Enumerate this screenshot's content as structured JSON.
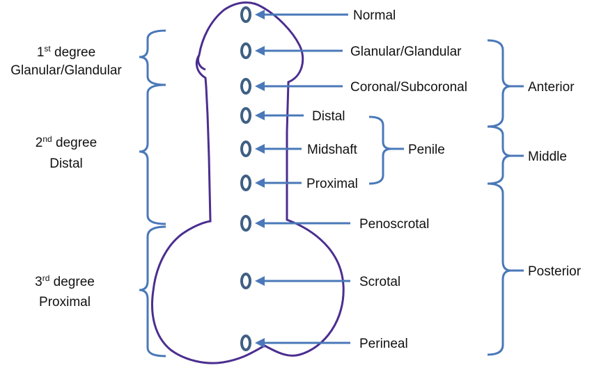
{
  "diagram": {
    "locations": {
      "normal": "Normal",
      "glanular": "Glanular/Glandular",
      "coronal": "Coronal/Subcoronal",
      "distal": "Distal",
      "midshaft": "Midshaft",
      "proximal": "Proximal",
      "penoscrotal": "Penoscrotal",
      "scrotal": "Scrotal",
      "perineal": "Perineal"
    },
    "groups": {
      "penile": "Penile",
      "anterior": "Anterior",
      "middle": "Middle",
      "posterior": "Posterior"
    },
    "degrees": {
      "first": {
        "num": "1",
        "sup": "st",
        "word": " degree",
        "name": "Glanular/Glandular"
      },
      "second": {
        "num": "2",
        "sup": "nd",
        "word": " degree",
        "name": "Distal"
      },
      "third": {
        "num": "3",
        "sup": "rd",
        "word": " degree",
        "name": "Proximal"
      }
    },
    "colors": {
      "arrow": "#4a78b8",
      "outline": "#4b2e8f",
      "ring": "#3f5f83"
    }
  }
}
